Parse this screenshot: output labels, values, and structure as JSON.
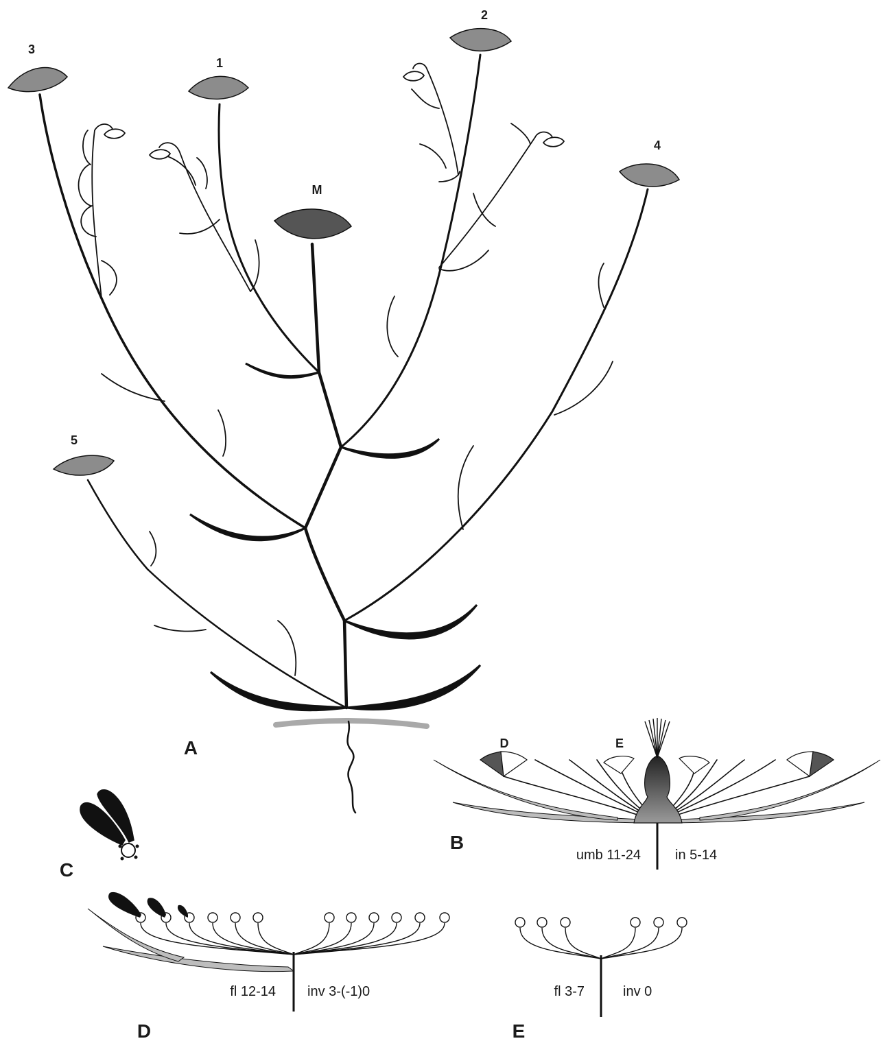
{
  "panels": {
    "a": "A",
    "b": "B",
    "c": "C",
    "d": "D",
    "e": "E"
  },
  "umbel_labels": {
    "main": "M",
    "u1": "1",
    "u2": "2",
    "u3": "3",
    "u4": "4",
    "u5": "5"
  },
  "panel_b": {
    "marker_d": "D",
    "marker_e": "E",
    "left_caption": "umb 11-24",
    "right_caption": "in 5-14"
  },
  "panel_d": {
    "left_caption": "fl 12-14",
    "right_caption": "inv 3-(-1)0"
  },
  "panel_e": {
    "left_caption": "fl 3-7",
    "right_caption": "inv 0"
  },
  "colors": {
    "stem": "#111111",
    "umbel_secondary": "#8c8c8c",
    "umbel_main": "#555555",
    "ground": "#a9a9a9",
    "bract": "#bdbdbd"
  }
}
